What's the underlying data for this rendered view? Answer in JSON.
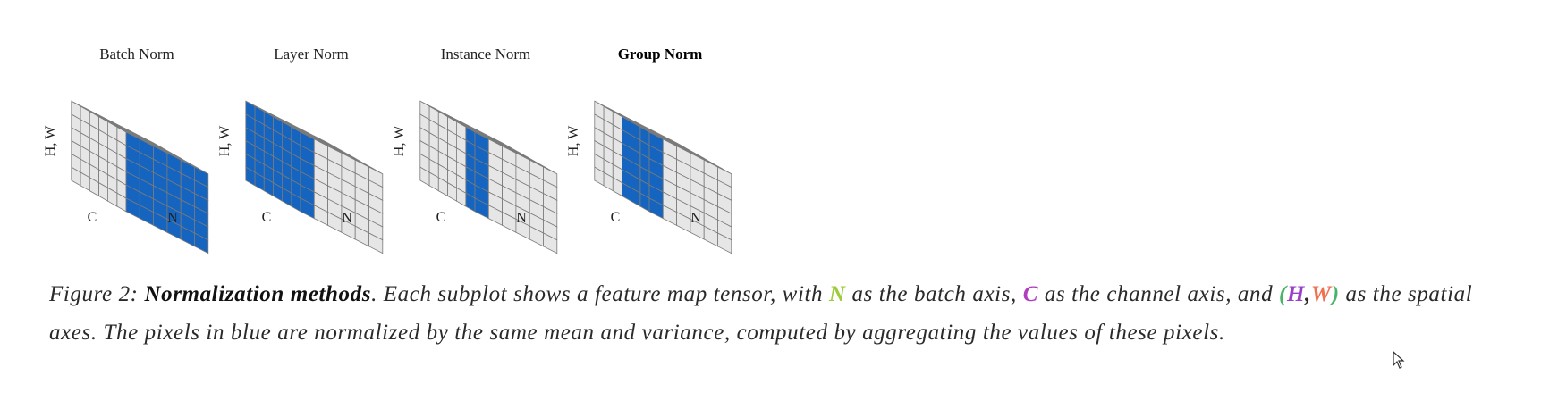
{
  "figure": {
    "panels": [
      {
        "title": "Batch Norm",
        "bold": false,
        "mode": "batch"
      },
      {
        "title": "Layer Norm",
        "bold": false,
        "mode": "layer"
      },
      {
        "title": "Instance Norm",
        "bold": false,
        "mode": "instance"
      },
      {
        "title": "Group Norm",
        "bold": true,
        "mode": "group"
      }
    ],
    "axis_labels": {
      "hw": "H, W",
      "c": "C",
      "n": "N"
    },
    "colors": {
      "highlight": "#1565c0",
      "cell": "#e6e6e6",
      "cell_top": "#efefef",
      "grid": "#7a7a7a"
    }
  },
  "caption": {
    "prefix": "Figure 2: ",
    "title": "Normalization methods",
    "part1": ". Each subplot shows a feature map tensor, with ",
    "n_symbol": "N",
    "part2": " as the batch axis, ",
    "c_symbol": "C",
    "part3": " as the channel axis, and ",
    "hw_open": "(",
    "h_symbol": "H",
    "hw_comma": ",",
    "w_symbol": "W",
    "hw_close": ")",
    "part4": " as the spatial axes. The pixels in blue are normalized by the same mean and variance, computed by aggregating the values of these pixels.",
    "colors": {
      "n": "#9ccc3a",
      "c": "#b03fc0",
      "h": "#9a40c8",
      "w": "#f07050",
      "paren": "#47b46a"
    }
  }
}
